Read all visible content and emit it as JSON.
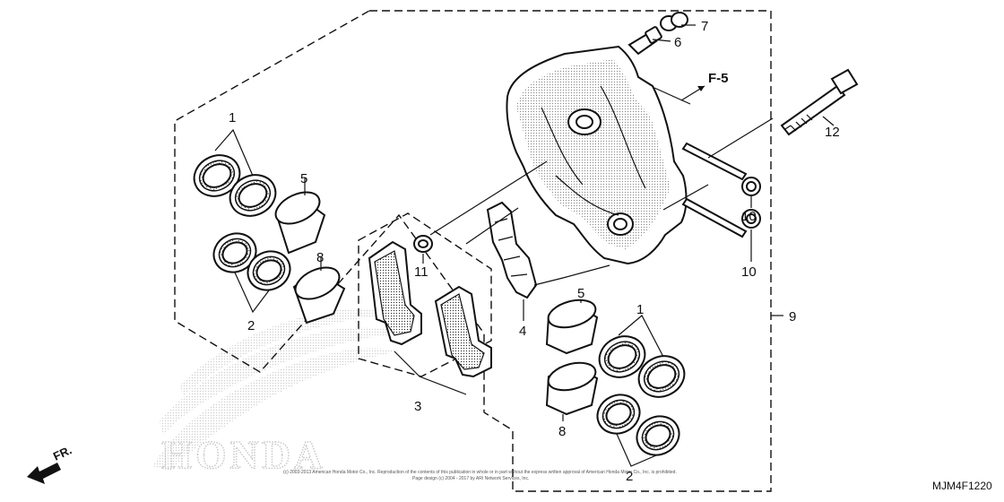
{
  "diagram": {
    "reference": "F-5",
    "direction_label": "FR.",
    "diagram_code": "MJM4F1220",
    "watermark": "HONDA",
    "copyright_line1": "(c) 2003-2013 American Honda Motor Co., Inc. Reproduction of the contents of this publication in whole or in part without the express written approval of American Honda Motor Co., Inc. is prohibited.",
    "copyright_line2": "Page design (c) 2004 - 2017 by ARI Network Services, Inc.",
    "callouts": [
      {
        "id": "c1a",
        "label": "1"
      },
      {
        "id": "c2a",
        "label": "2"
      },
      {
        "id": "c5a",
        "label": "5"
      },
      {
        "id": "c8a",
        "label": "8"
      },
      {
        "id": "c11",
        "label": "11"
      },
      {
        "id": "c3",
        "label": "3"
      },
      {
        "id": "c4",
        "label": "4"
      },
      {
        "id": "c5b",
        "label": "5"
      },
      {
        "id": "c1b",
        "label": "1"
      },
      {
        "id": "c8b",
        "label": "8"
      },
      {
        "id": "c2b",
        "label": "2"
      },
      {
        "id": "c7",
        "label": "7"
      },
      {
        "id": "c6",
        "label": "6"
      },
      {
        "id": "c12",
        "label": "12"
      },
      {
        "id": "c10a",
        "label": "10"
      },
      {
        "id": "c10b",
        "label": "10"
      },
      {
        "id": "c9",
        "label": "9"
      }
    ]
  }
}
